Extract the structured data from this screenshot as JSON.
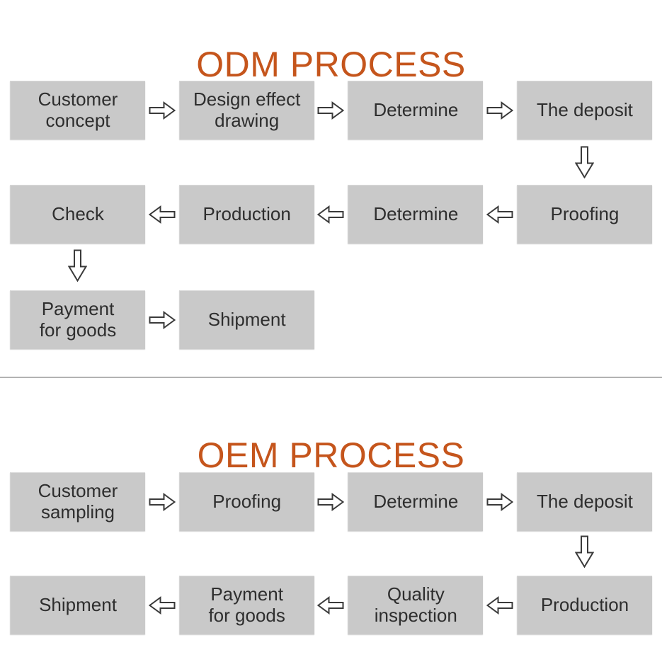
{
  "odm": {
    "title": "ODM PROCESS",
    "row1": [
      "Customer concept",
      "Design effect drawing",
      "Determine",
      "The deposit"
    ],
    "row2": [
      "Check",
      "Production",
      "Determine",
      "Proofing"
    ],
    "row3": [
      "Payment for goods",
      "Shipment"
    ]
  },
  "oem": {
    "title": "OEM PROCESS",
    "row1": [
      "Customer sampling",
      "Proofing",
      "Determine",
      "The deposit"
    ],
    "row2": [
      "Shipment",
      "Payment for goods",
      "Quality inspection",
      "Production"
    ]
  },
  "colors": {
    "title_orange": "#c5551c",
    "box_background": "#c9c9c9",
    "box_text": "#2e2e2e",
    "arrow_outline": "#3a3a3a",
    "arrow_fill": "#ffffff",
    "divider_gray": "#b2b2b2",
    "page_background": "#ffffff"
  },
  "icons": {
    "right": "arrow-right-icon",
    "left": "arrow-left-icon",
    "down": "arrow-down-icon"
  }
}
